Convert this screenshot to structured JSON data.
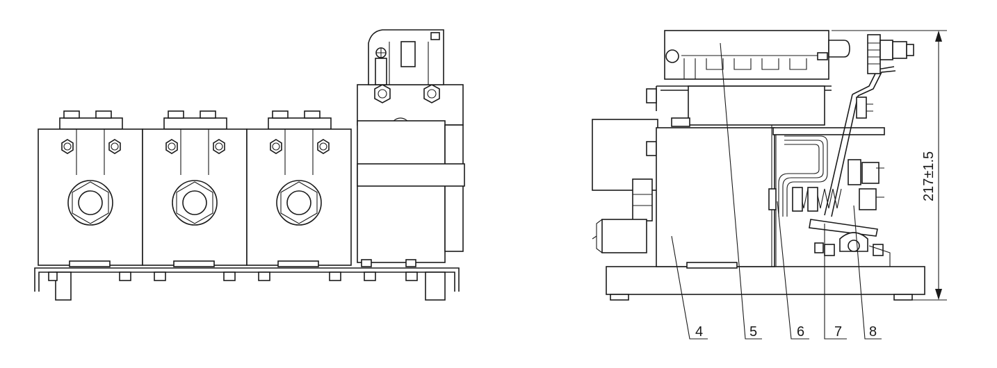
{
  "callouts": [
    "4",
    "5",
    "6",
    "7",
    "8"
  ],
  "dimension": {
    "label": "217±1.5"
  }
}
